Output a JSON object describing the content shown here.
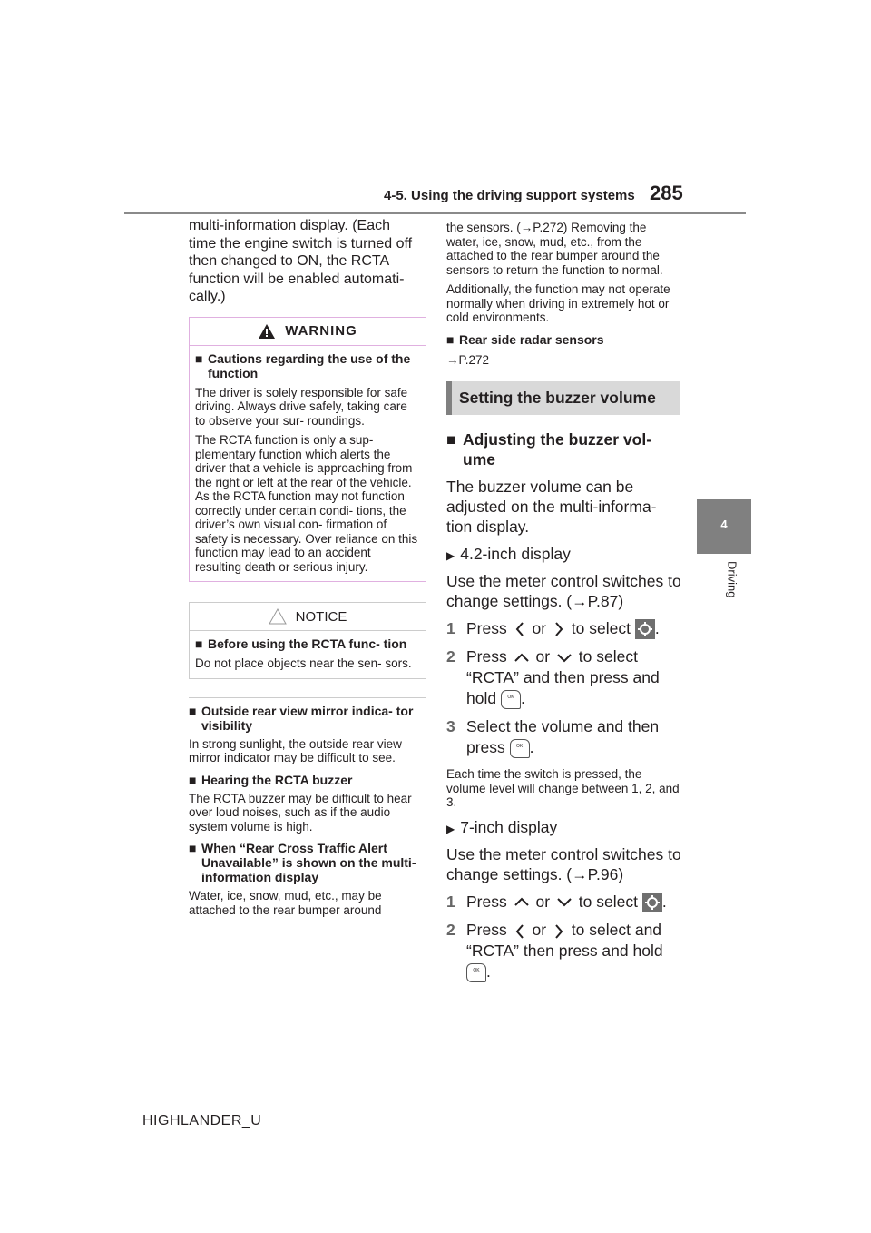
{
  "header": {
    "title": "4-5. Using the driving support systems",
    "page_number": "285"
  },
  "side_tab": {
    "number": "4",
    "label": "Driving"
  },
  "footer": "HIGHLANDER_U",
  "col1": {
    "intro": "multi-information display. (Each time the engine switch is turned off then changed to ON, the RCTA function will be enabled automati- cally.)",
    "warning": {
      "title": "WARNING",
      "head": "Cautions regarding the use of the function",
      "p1": "The driver is solely responsible for safe driving. Always drive safely, taking care to observe your sur- roundings.",
      "p2": "The RCTA function is only a sup- plementary function which alerts the driver that a vehicle is approaching from the right or left at the rear of the vehicle. As the RCTA function may not function correctly under certain condi- tions, the driver’s own visual con- firmation of safety is necessary. Over reliance on this function may lead to an accident resulting death or serious injury."
    },
    "notice": {
      "title": "NOTICE",
      "head": "Before using the RCTA func- tion",
      "p1": "Do not place objects near the sen- sors."
    },
    "s1_head": "Outside rear view mirror indica- tor visibility",
    "s1_text": "In strong sunlight, the outside rear view mirror indicator may be difficult to see.",
    "s2_head": "Hearing the RCTA buzzer",
    "s2_text": "The RCTA buzzer may be difficult to hear over loud noises, such as if the audio system volume is high.",
    "s3_head": "When “Rear Cross Traffic Alert Unavailable” is shown on the multi-information display",
    "s3_text": "Water, ice, snow, mud, etc., may be attached to the rear bumper around"
  },
  "col2": {
    "p1": "the sensors. (→P.272) Removing the water, ice, snow, mud, etc., from the attached to the rear bumper around the sensors to return the function to normal.",
    "p2": "Additionally, the function may not operate normally when driving in extremely hot or cold environments.",
    "s4_head": "Rear side radar sensors",
    "s4_ref": "→P.272",
    "section_title": "Setting the buzzer volume",
    "adj_head": "Adjusting the buzzer vol- ume",
    "adj_text": "The buzzer volume can be adjusted on the multi-informa- tion display.",
    "d1_label": "4.2-inch display",
    "d1_text": "Use the meter control switches to change settings. (→P.87)",
    "d1_step1": {
      "num": "1",
      "a": "Press",
      "b": "or",
      "c": "to select",
      "d": "."
    },
    "d1_step2": {
      "num": "2",
      "a": "Press",
      "b": "or",
      "c": "to select “RCTA” and then press and hold",
      "d": "."
    },
    "d1_step3": {
      "num": "3",
      "a": "Select the volume and then press",
      "d": "."
    },
    "d1_note": "Each time the switch is pressed, the volume level will change between 1, 2, and 3.",
    "d2_label": "7-inch display",
    "d2_text": "Use the meter control switches to change settings. (→P.96)",
    "d2_step1": {
      "num": "1",
      "a": "Press",
      "b": "or",
      "c": "to select",
      "d": "."
    },
    "d2_step2": {
      "num": "2",
      "a": "Press",
      "b": "or",
      "c": "to select and “RCTA” then press and hold",
      "d": "."
    }
  }
}
